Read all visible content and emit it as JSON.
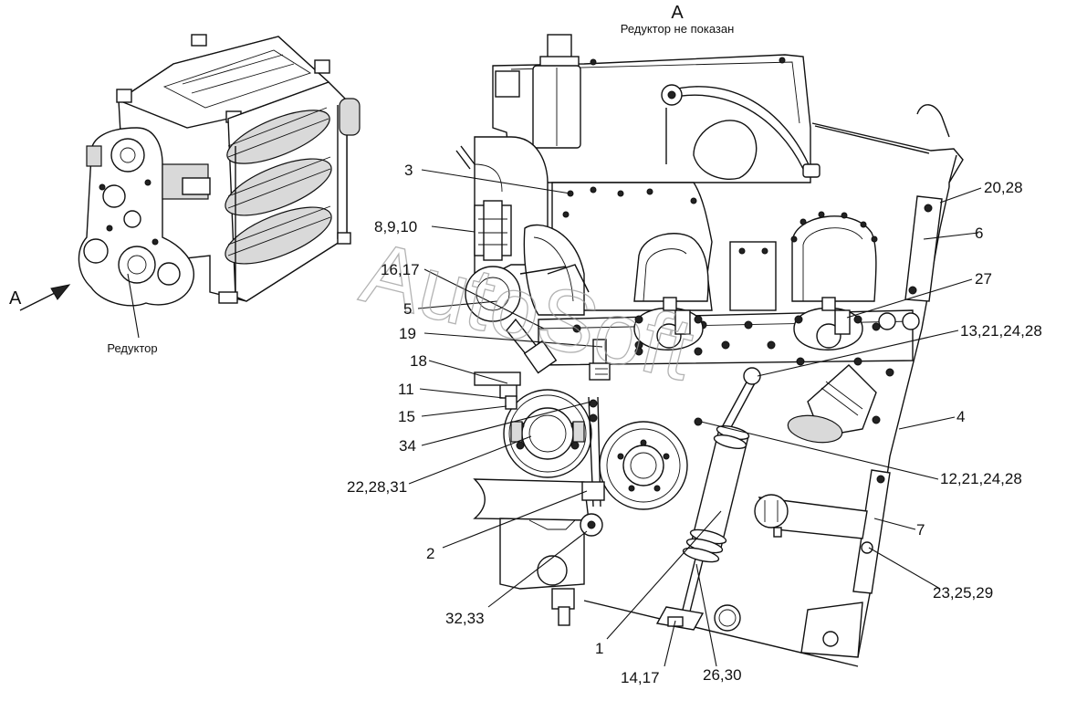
{
  "diagram": {
    "view_title": "А",
    "view_subtitle": "Редуктор  не показан",
    "thumbnail": {
      "arrow_label": "А",
      "part_label": "Редуктор"
    },
    "watermark": "AutoSoft",
    "callouts": [
      "3",
      "8,9,10",
      "16,17",
      "5",
      "19",
      "18",
      "11",
      "15",
      "34",
      "22,28,31",
      "2",
      "32,33",
      "1",
      "14,17",
      "26,30",
      "20,28",
      "6",
      "27",
      "13,21,24,28",
      "4",
      "12,21,24,28",
      "7",
      "23,25,29"
    ]
  }
}
